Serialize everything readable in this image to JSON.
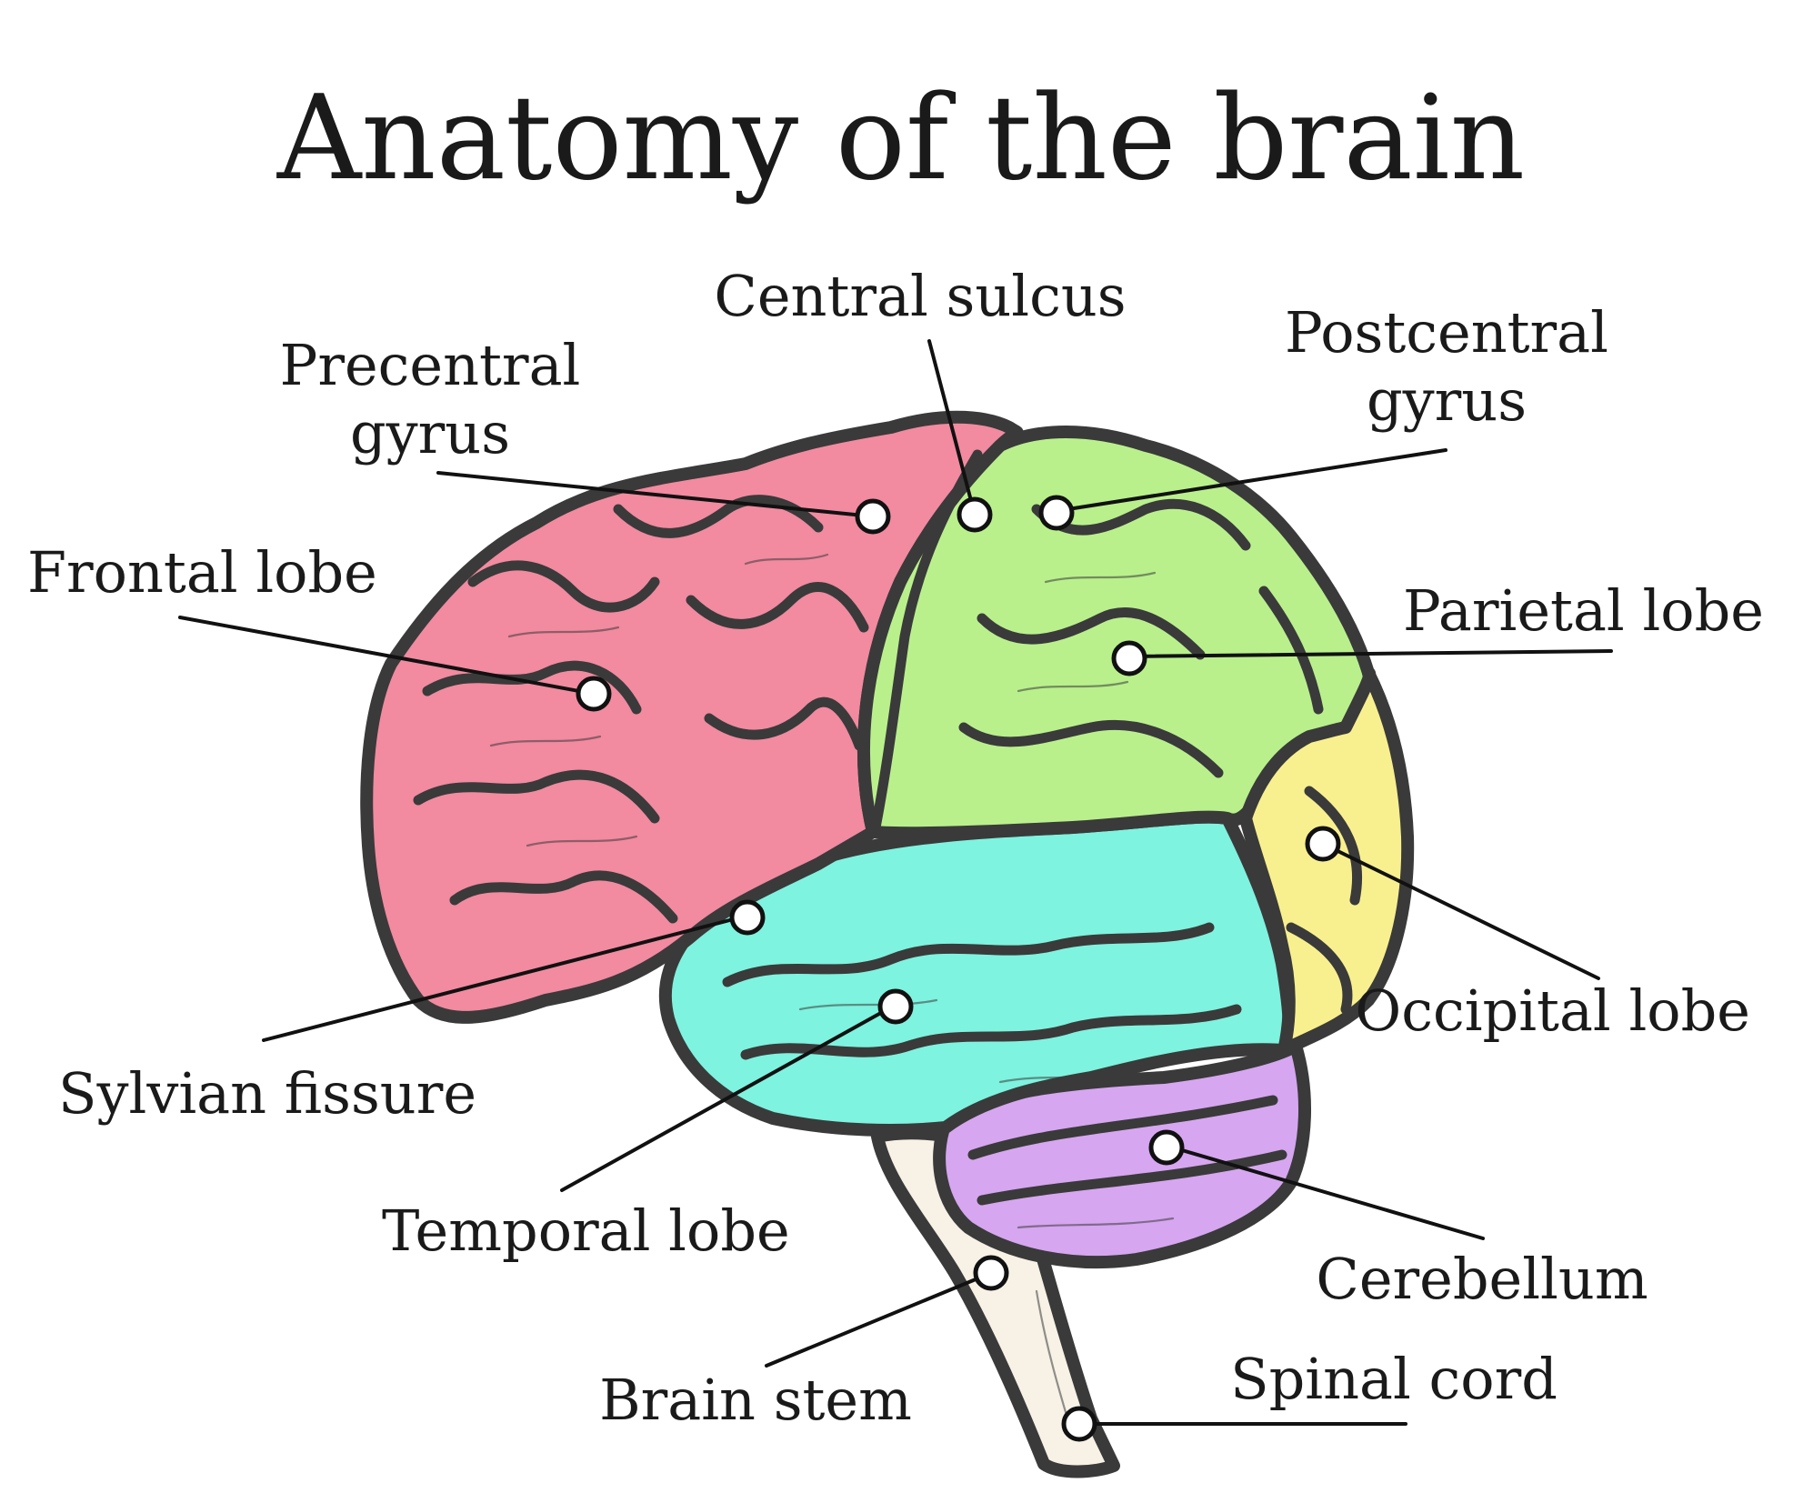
{
  "title": "Anatomy of the brain",
  "regions": [
    {
      "id": "frontal",
      "name": "Frontal lobe",
      "color": "#f28aa0"
    },
    {
      "id": "parietal",
      "name": "Parietal lobe",
      "color": "#b9f08c"
    },
    {
      "id": "occipital",
      "name": "Occipital lobe",
      "color": "#f8f08e"
    },
    {
      "id": "temporal",
      "name": "Temporal lobe",
      "color": "#7ef3df"
    },
    {
      "id": "cerebellum",
      "name": "Cerebellum",
      "color": "#d6a6f0"
    },
    {
      "id": "brainstem",
      "name": "Brain stem",
      "color": "#f7f1e6"
    }
  ],
  "labels": {
    "central_sulcus": "Central sulcus",
    "precentral_1": "Precentral",
    "precentral_2": "gyrus",
    "postcentral_1": "Postcentral",
    "postcentral_2": "gyrus",
    "frontal_lobe": "Frontal lobe",
    "parietal_lobe": "Parietal lobe",
    "occipital_lobe": "Occipital lobe",
    "sylvian_fissure": "Sylvian fissure",
    "temporal_lobe": "Temporal lobe",
    "cerebellum": "Cerebellum",
    "brain_stem": "Brain stem",
    "spinal_cord": "Spinal cord"
  },
  "colors": {
    "frontal": "#f28aa0",
    "parietal": "#b9f08c",
    "occipital": "#f8f08e",
    "temporal": "#7ef3df",
    "cerebellum": "#d6a6f0",
    "brainstem": "#f7f1e6",
    "outline": "#3a3a3a"
  }
}
